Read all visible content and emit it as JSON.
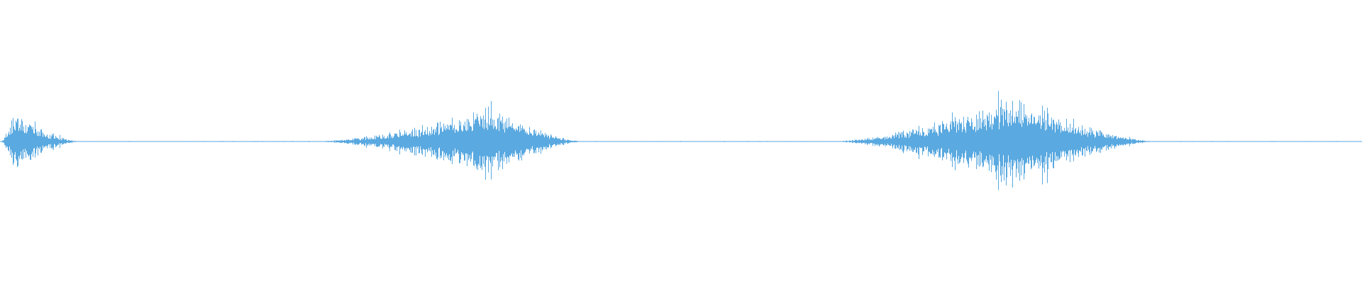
{
  "waveform": {
    "color": "#5aa9e0",
    "background": "#ffffff",
    "peak_amplitude": 0.36,
    "bursts": [
      {
        "name": "burst-1",
        "start": 0.0,
        "peak": 0.01,
        "end": 0.06,
        "amplitude": 0.22
      },
      {
        "name": "burst-2",
        "start": 0.23,
        "peak": 0.36,
        "end": 0.43,
        "amplitude": 0.26
      },
      {
        "name": "burst-3",
        "start": 0.61,
        "peak": 0.745,
        "end": 0.85,
        "amplitude": 0.36
      }
    ]
  }
}
